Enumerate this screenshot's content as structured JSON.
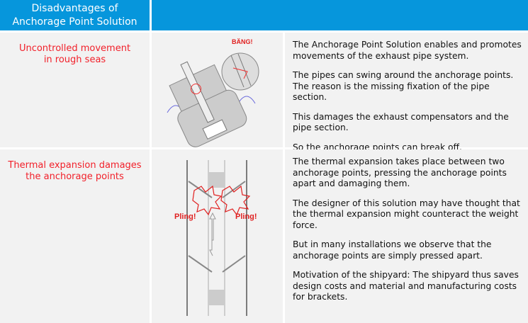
{
  "header": {
    "title": "Disadvantages of Anchorage Point Solution",
    "title_line1": "Disadvantages of",
    "title_line2": "Anchorage Point Solution"
  },
  "rows": [
    {
      "issue": "Uncontrolled movement in rough seas",
      "issue_line1": "Uncontrolled movement",
      "issue_line2": "in rough seas",
      "illustration_label": "BÄNG!",
      "paragraphs": [
        "The Anchorage Point Solution enables and promotes movements of the exhaust pipe system.",
        "The pipes can swing around the anchorage points. The reason is the missing fixation of the pipe section.",
        "This damages the exhaust compensators and the pipe section.",
        "So the anchorage points can break off."
      ]
    },
    {
      "issue": "Thermal expansion damages the anchorage points",
      "issue_line1": "Thermal expansion damages",
      "issue_line2": "the anchorage points",
      "illustration_label_left": "Pling!",
      "illustration_label_right": "Pling!",
      "paragraphs": [
        "The thermal expansion takes place between two anchorage points, pressing the anchorage points apart and damaging them.",
        "The designer of this solution may have thought that the thermal expansion might counteract the weight force.",
        "But in many installations we observe that the anchorage points are simply pressed apart.",
        "Motivation of the shipyard: The shipyard thus saves design costs and material and manufacturing costs for brackets."
      ]
    }
  ],
  "colors": {
    "header": "#0696dc",
    "accent": "#f2202a",
    "wave": "#6a6adc"
  }
}
